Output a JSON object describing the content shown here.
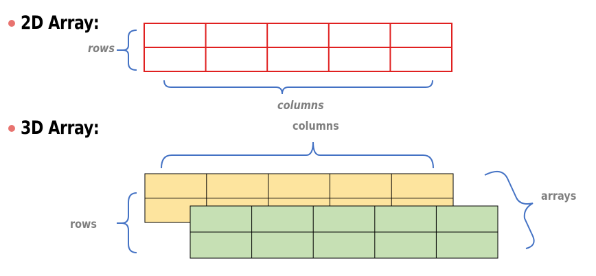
{
  "headings": {
    "array_2d": "2D Array:",
    "array_3d": "3D Array:"
  },
  "labels": {
    "rows_2d": "rows",
    "columns_2d": "columns",
    "columns_3d": "columns",
    "rows_3d": "rows",
    "arrays_3d": "arrays"
  },
  "colors": {
    "bullet": "#e8736f",
    "grid_2d": "#e02020",
    "grid_3d_back_fill": "#fde49e",
    "grid_3d_front_fill": "#c6e0b4",
    "brace": "#4472c4",
    "label_text": "#7f7f7f"
  },
  "icons": {
    "bullet": "filled-circle",
    "brace": "curly-brace"
  },
  "grids": {
    "array_2d": {
      "rows": 2,
      "columns": 5
    },
    "array_3d": {
      "rows": 2,
      "columns": 5,
      "layers": 2
    }
  }
}
